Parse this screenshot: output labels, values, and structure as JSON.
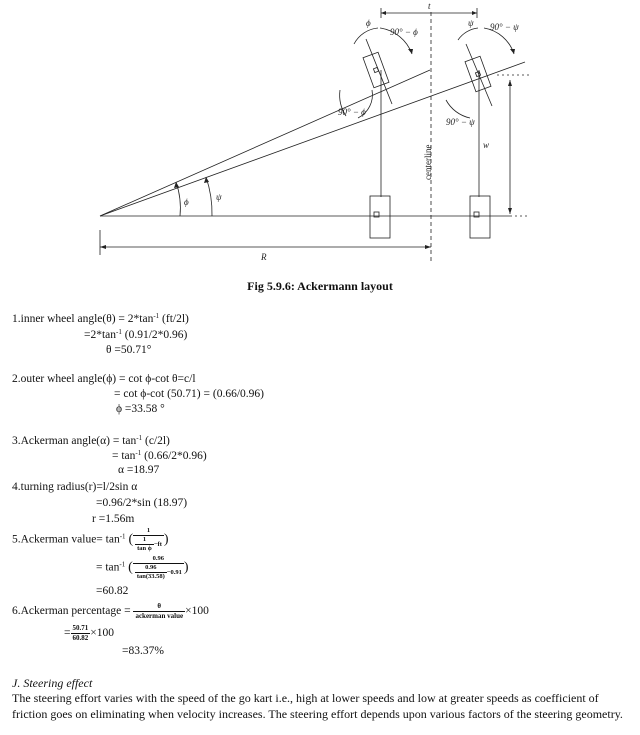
{
  "diagram": {
    "labels": {
      "track_width": "t",
      "phi": "ϕ",
      "psi": "ψ",
      "ninety_minus_phi": "90° − ϕ",
      "ninety_minus_psi": "90° − ψ",
      "centerline": "centerline",
      "wheelbase": "w",
      "radius": "R"
    }
  },
  "figure": {
    "caption": "Fig 5.9.6: Ackermann layout"
  },
  "calc": {
    "c1": {
      "label": "1.inner wheel angle(θ) = 2*tan",
      "sup": "-1",
      "rest": " (ft/2l)",
      "l2a": "=2*tan",
      "l2sup": "-1",
      "l2b": " (0.91/2*0.96)",
      "l3": "θ =50.71°"
    },
    "c2": {
      "l1": "2.outer wheel angle(ϕ) = cot ϕ-cot θ=c/l",
      "l2": "= cot ϕ-cot (50.71) = (0.66/0.96)",
      "l3": "ϕ =33.58 °"
    },
    "c3": {
      "l1a": "3.Ackerman angle(α) = tan",
      "l1sup": "-1",
      "l1b": " (c/2l)",
      "l2a": "= tan",
      "l2sup": "-1",
      "l2b": " (0.66/2*0.96)",
      "l3": "α =18.97"
    },
    "c4": {
      "l1": "4.turning radius(r)=l/2sin α",
      "l2": "=0.96/2*sin (18.97)",
      "l3": "r =1.56m"
    },
    "c5": {
      "l1a": "5.Ackerman value= tan",
      "l1sup": "-1",
      "f_num": "1",
      "f_inner_num": "1",
      "f_inner_den": "tan ϕ",
      "f_tail": "−ft",
      "l2a": "= tan",
      "l2sup": "-1",
      "f2_num": "0.96",
      "f2_inner_num": "0.96",
      "f2_inner_den": "tan(33.58)",
      "f2_tail": "−0.91",
      "l3": "=60.82"
    },
    "c6": {
      "l1": "6.Ackerman percentage =",
      "f_num": "θ",
      "f_den": "ackerman value",
      "times1": "×100",
      "l2a": "=",
      "f2_num": "50.71",
      "f2_den": "60.82",
      "times2": "×100",
      "l3": "=83.37%"
    }
  },
  "section": {
    "heading": "J.   Steering effect",
    "body": "The steering effort varies with the speed of the go kart i.e., high at lower speeds and low at greater speeds as coefficient of friction goes on eliminating when velocity increases. The steering effort depends upon various factors of the steering geometry."
  }
}
